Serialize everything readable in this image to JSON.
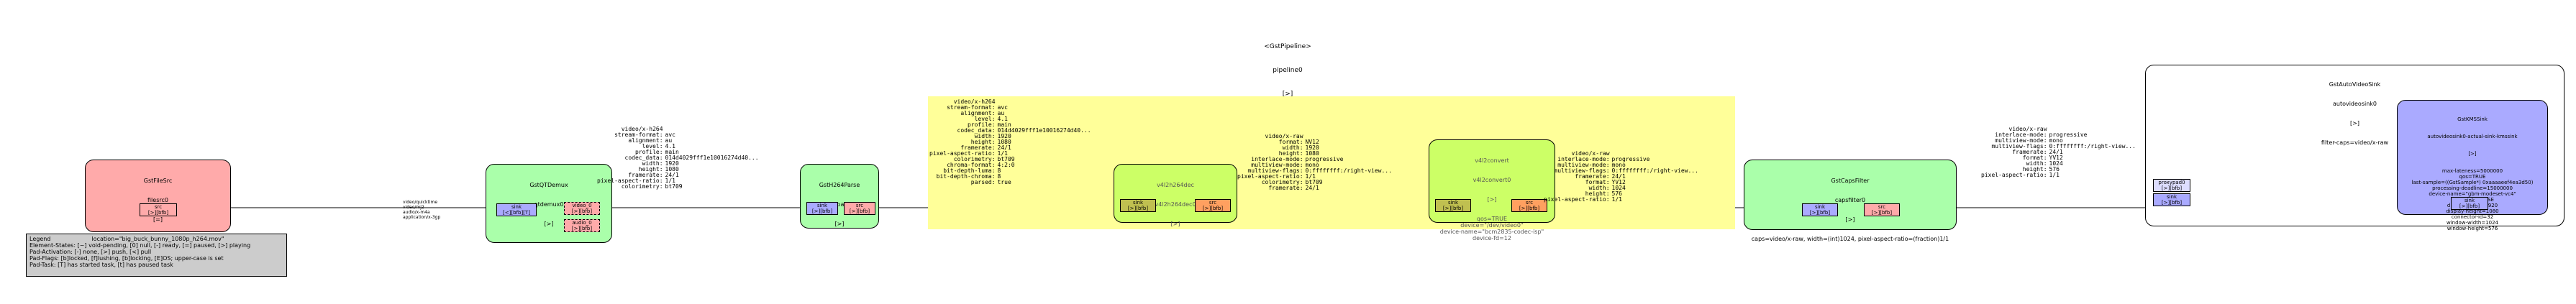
{
  "pipeline": {
    "title": "<GstPipeline>",
    "name": "pipeline0",
    "state": "[>]"
  },
  "legend": {
    "title": "Legend",
    "lines": [
      "Element-States: [~] void-pending, [0] null, [-] ready, [=] paused, [>] playing",
      "Pad-Activation: [-] none, [>] push, [<] pull",
      "Pad-Flags: [b]locked, [f]lushing, [b]locking, [E]OS; upper-case is set",
      "Pad-Task: [T] has started task, [t] has paused task"
    ]
  },
  "filesrc": {
    "type": "GstFileSrc",
    "name": "filesrc0",
    "state": "[=]",
    "location": "location=\"big_buck_bunny_1080p_h264.mov\"",
    "pad": "src\n[>][bfb]"
  },
  "demux": {
    "type": "GstQTDemux",
    "name": "qtdemux0",
    "state": "[>]",
    "sink_pad": "sink\n[<][bfb][T]",
    "src_pad_video": "video_0\n[>][bfb]",
    "src_pad_audio": "audio_0\n[>][bfb]"
  },
  "edge1_caps": "video/quicktime\nvideo/mj2\naudio/x-m4a\napplication/x-3gp",
  "edge2_caps": [
    [
      "video/x-h264",
      ""
    ],
    [
      "stream-format:",
      "avc"
    ],
    [
      "alignment:",
      "au"
    ],
    [
      "level:",
      "4.1"
    ],
    [
      "profile:",
      "main"
    ],
    [
      "codec_data:",
      "014d4029fff1e10016274d40..."
    ],
    [
      "width:",
      "1920"
    ],
    [
      "height:",
      "1080"
    ],
    [
      "framerate:",
      "24/1"
    ],
    [
      "pixel-aspect-ratio:",
      "1/1"
    ],
    [
      "colorimetry:",
      "bt709"
    ]
  ],
  "parse": {
    "type": "GstH264Parse",
    "name": "h264parse0",
    "state": "[>]",
    "sink_pad": "sink\n[>][bfb]",
    "src_pad": "src\n[>][bfb]"
  },
  "decodebin": {
    "caps_in": [
      [
        "video/x-h264",
        ""
      ],
      [
        "stream-format:",
        "avc"
      ],
      [
        "alignment:",
        "au"
      ],
      [
        "level:",
        "4.1"
      ],
      [
        "profile:",
        "main"
      ],
      [
        "codec_data:",
        "014d4029fff1e10016274d40..."
      ],
      [
        "width:",
        "1920"
      ],
      [
        "height:",
        "1080"
      ],
      [
        "framerate:",
        "24/1"
      ],
      [
        "pixel-aspect-ratio:",
        "1/1"
      ],
      [
        "colorimetry:",
        "bt709"
      ],
      [
        "chroma-format:",
        "4:2:0"
      ],
      [
        "bit-depth-luma:",
        "8"
      ],
      [
        "bit-depth-chroma:",
        "8"
      ],
      [
        "parsed:",
        "true"
      ]
    ],
    "caps_mid": [
      [
        "video/x-raw",
        ""
      ],
      [
        "format:",
        "NV12"
      ],
      [
        "width:",
        "1920"
      ],
      [
        "height:",
        "1080"
      ],
      [
        "interlace-mode:",
        "progressive"
      ],
      [
        "multiview-mode:",
        "mono"
      ],
      [
        "multiview-flags:",
        "0:ffffffff:/right-view..."
      ],
      [
        "pixel-aspect-ratio:",
        "1/1"
      ],
      [
        "colorimetry:",
        "bt709"
      ],
      [
        "framerate:",
        "24/1"
      ]
    ],
    "decoder": {
      "type": "v4l2h264dec",
      "name": "v4l2h264dec0",
      "state": "[>]",
      "sink_pad": "sink\n[>][bfb]",
      "src_pad": "src\n[>][bfb]"
    },
    "convert": {
      "type": "v4l2convert",
      "name": "v4l2convert0",
      "state": "[>]",
      "props": "qos=TRUE\ndevice=\"/dev/video0\"\ndevice-name=\"bcm2835-codec-isp\"\ndevice-fd=12",
      "sink_pad": "sink\n[>][bfb]",
      "src_pad": "src\n[>][bfb]"
    }
  },
  "edge4_caps": [
    [
      "video/x-raw",
      ""
    ],
    [
      "interlace-mode:",
      "progressive"
    ],
    [
      "multiview-mode:",
      "mono"
    ],
    [
      "multiview-flags:",
      "0:ffffffff:/right-view..."
    ],
    [
      "framerate:",
      "24/1"
    ],
    [
      "format:",
      "YV12"
    ],
    [
      "width:",
      "1024"
    ],
    [
      "height:",
      "576"
    ],
    [
      "pixel-aspect-ratio:",
      "1/1"
    ]
  ],
  "capsfilter": {
    "type": "GstCapsFilter",
    "name": "capsfilter0",
    "state": "[>]",
    "caps": "caps=video/x-raw, width=(int)1024, pixel-aspect-ratio=(fraction)1/1",
    "sink_pad": "sink\n[>][bfb]",
    "src_pad": "src\n[>][bfb]"
  },
  "edge5_caps": [
    [
      "video/x-raw",
      ""
    ],
    [
      "interlace-mode:",
      "progressive"
    ],
    [
      "multiview-mode:",
      "mono"
    ],
    [
      "multiview-flags:",
      "0:ffffffff:/right-view..."
    ],
    [
      "framerate:",
      "24/1"
    ],
    [
      "format:",
      "YV12"
    ],
    [
      "width:",
      "1024"
    ],
    [
      "height:",
      "576"
    ],
    [
      "pixel-aspect-ratio:",
      "1/1"
    ]
  ],
  "autosink": {
    "type": "GstAutoVideoSink",
    "name": "autovideosink0",
    "state": "[>]",
    "props": "filter-caps=video/x-raw",
    "ghost_pad": "proxypad0\n[>][bfb]",
    "sink_pad_outer": "sink\n[>][bfb]",
    "inner": {
      "type": "GstKMSSink",
      "name": "autovideosink0-actual-sink-kmssink",
      "state": "[>]",
      "props": "max-lateness=5000000\nqos=TRUE\nlast-sample=((GstSample*) 0xaaaaeef4ea3d50)\nprocessing-deadline=15000000\ndevice-name=\"gbm-modeset-vc4\"\ncan-scale=FALSE\ndisplay-width=1920\ndisplay-height=1080\nconnector-id=32\nwindow-width=1024\nwindow-height=576",
      "sink_pad": "sink\n[>][bfb]"
    }
  }
}
